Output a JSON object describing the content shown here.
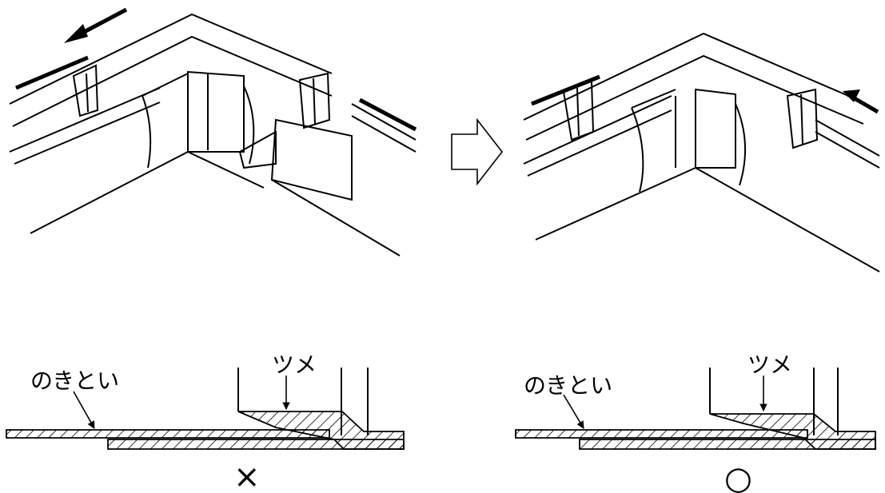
{
  "diagram": {
    "bottom_left": {
      "label_gutter": "のきとい",
      "label_claw": "ツメ",
      "result_mark": "×"
    },
    "bottom_right": {
      "label_gutter": "のきとい",
      "label_claw": "ツメ",
      "result_mark": "○"
    },
    "colors": {
      "line": "#000000",
      "background": "#ffffff"
    }
  }
}
